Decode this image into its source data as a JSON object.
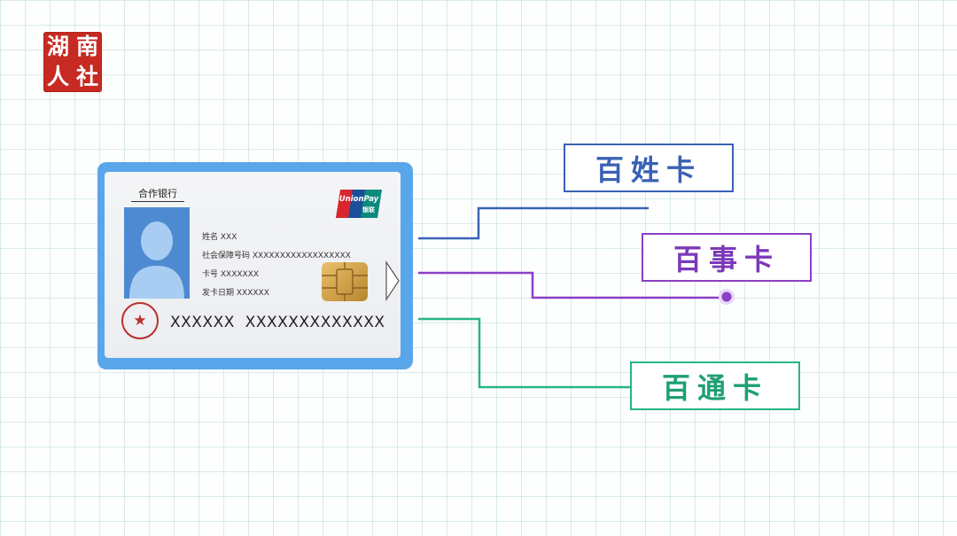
{
  "logo": {
    "chars": [
      "湖",
      "南",
      "人",
      "社"
    ]
  },
  "card": {
    "bank_name": "合作银行",
    "unionpay_en": "UnionPay",
    "unionpay_cn": "银联",
    "name_line": "姓名 XXX",
    "ssn_line": "社会保障号码 XXXXXXXXXXXXXXXXXX",
    "card_no_line": "卡号 XXXXXXX",
    "issue_date_line": "发卡日期 XXXXXX",
    "number_text": "XXXXXX  XXXXXXXXXXXXX",
    "emblem_glyph": "★"
  },
  "labels": {
    "baixing": "百姓卡",
    "baishi": "百事卡",
    "baitong": "百通卡"
  },
  "colors": {
    "baixing": "#3a61b4",
    "baishi": "#8a3fc4",
    "baitong": "#27b584",
    "card_frame": "#5aa6ea",
    "logo_red": "#c62a22"
  }
}
